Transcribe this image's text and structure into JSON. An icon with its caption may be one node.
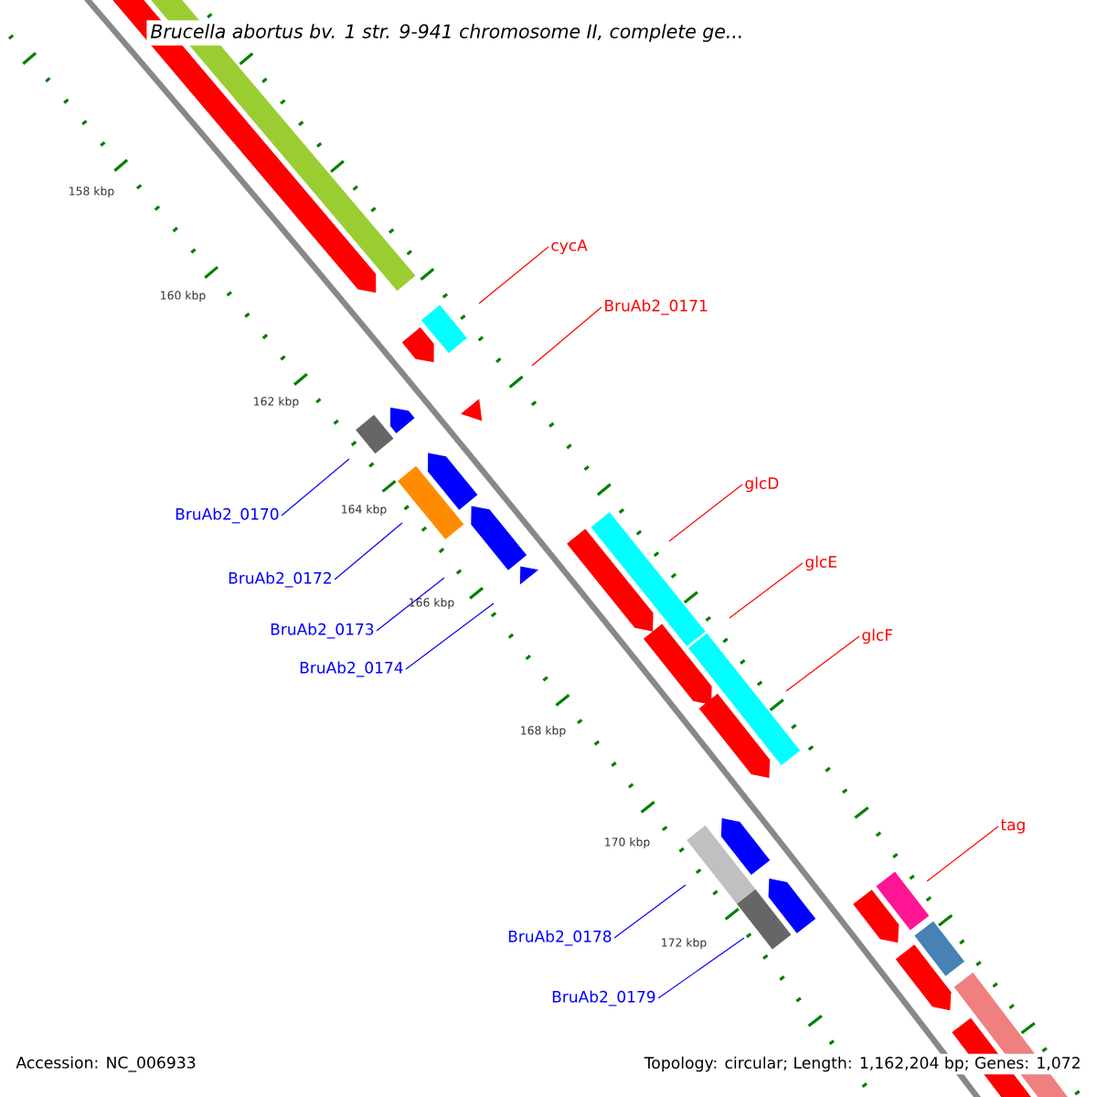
{
  "diagram": {
    "title": "Brucella abortus bv. 1 str. 9-941 chromosome II, complete ge...",
    "nodes": [
      {
        "text": [
          "cycA"
        ]
      },
      {
        "text": [
          "BruAb2_0171"
        ]
      },
      {
        "text": [
          "glcD"
        ]
      },
      {
        "text": [
          "BruAb2_0170"
        ]
      },
      {
        "text": [
          "glcE"
        ]
      },
      {
        "text": [
          "BruAb2_0172"
        ]
      },
      {
        "text": [
          "BruAb2_0173"
        ]
      },
      {
        "text": [
          "glcF"
        ]
      },
      {
        "text": [
          "BruAb2_0174"
        ]
      },
      {
        "text": [
          "tag"
        ]
      },
      {
        "text": [
          "BruAb2_0178"
        ]
      },
      {
        "text": [
          "BruAb2_0179"
        ]
      }
    ],
    "edges": [
      {
        "from": 0,
        "to": null,
        "arrow": "none",
        "color": "#ff0000"
      },
      {
        "from": 1,
        "to": null,
        "arrow": "none",
        "color": "#ff0000"
      },
      {
        "from": 2,
        "to": null,
        "arrow": "none",
        "color": "#ff0000"
      },
      {
        "from": 3,
        "to": null,
        "arrow": "none",
        "color": "#0000ff"
      },
      {
        "from": 4,
        "to": null,
        "arrow": "none",
        "color": "#ff0000"
      },
      {
        "from": 5,
        "to": null,
        "arrow": "none",
        "color": "#0000ff"
      },
      {
        "from": 6,
        "to": null,
        "arrow": "none",
        "color": "#0000ff"
      },
      {
        "from": 7,
        "to": null,
        "arrow": "none",
        "color": "#ff0000"
      },
      {
        "from": 8,
        "to": null,
        "arrow": "none",
        "color": "#0000ff"
      },
      {
        "from": 9,
        "to": null,
        "arrow": "none",
        "color": "#ff0000"
      },
      {
        "from": 10,
        "to": null,
        "arrow": "none",
        "color": "#0000ff"
      },
      {
        "from": 11,
        "to": null,
        "arrow": "none",
        "color": "#0000ff"
      }
    ],
    "labels": [
      "158 kbp",
      "160 kbp",
      "162 kbp",
      "164 kbp",
      "166 kbp",
      "168 kbp",
      "170 kbp",
      "172 kbp",
      "Accession: NC_006933",
      "Topology: circular; Length: 1,162,204 bp; Genes: 1,072"
    ]
  }
}
